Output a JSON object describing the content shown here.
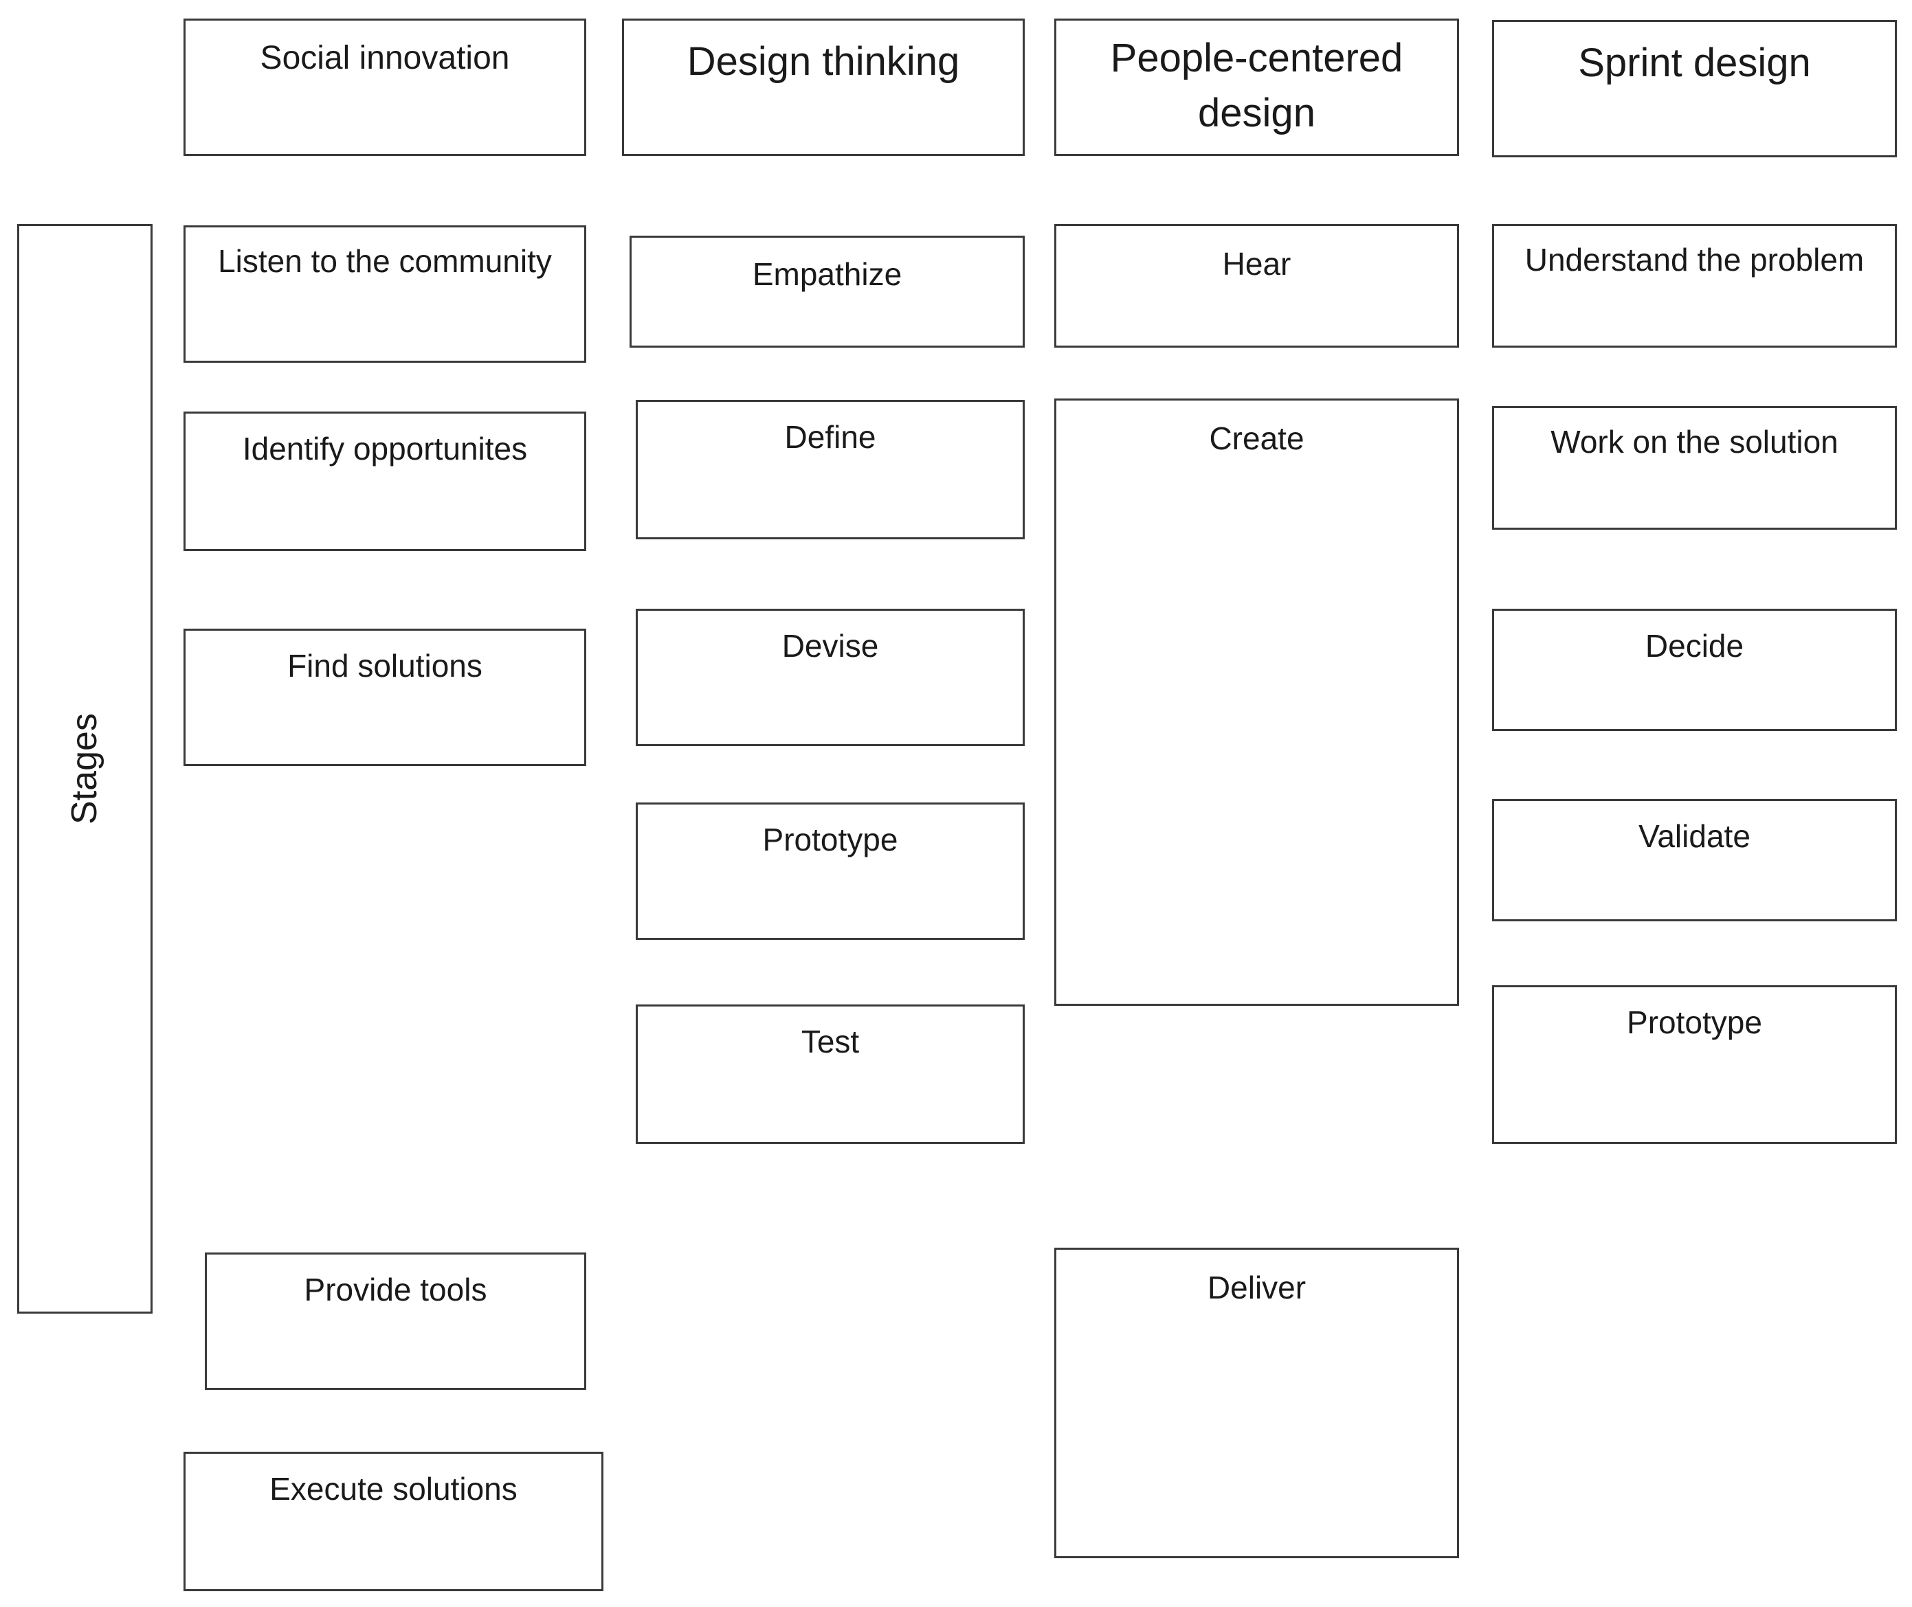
{
  "side_label": "Stages",
  "columns": {
    "social_innovation": {
      "title": "Social innovation",
      "stages": [
        "Listen to the community",
        "Identify opportunites",
        "Find solutions",
        "Provide tools",
        "Execute solutions"
      ]
    },
    "design_thinking": {
      "title": "Design thinking",
      "stages": [
        "Empathize",
        "Define",
        "Devise",
        "Prototype",
        "Test"
      ]
    },
    "people_centered_design": {
      "title": "People-centered design",
      "stages": [
        "Hear",
        "Create",
        "Deliver"
      ]
    },
    "sprint_design": {
      "title": "Sprint design",
      "stages": [
        "Understand the problem",
        "Work on the solution",
        "Decide",
        "Validate",
        "Prototype"
      ]
    }
  }
}
